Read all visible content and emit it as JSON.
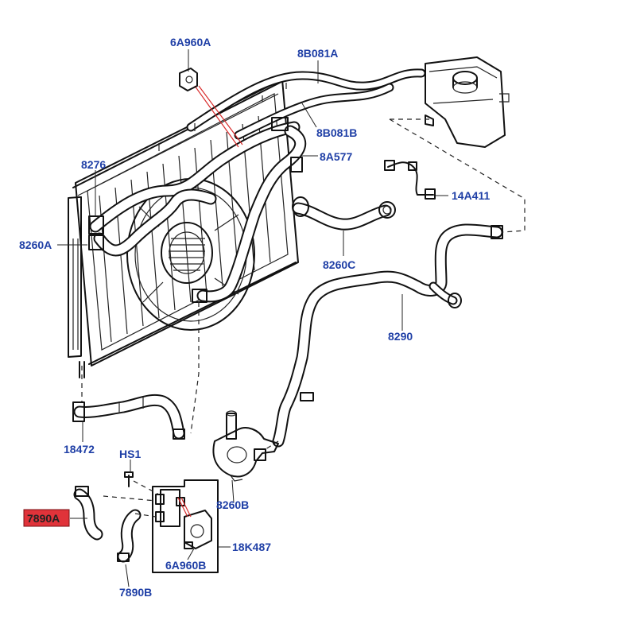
{
  "labels": {
    "p_6A960A": "6A960A",
    "p_8B081A": "8B081A",
    "p_8B081B": "8B081B",
    "p_8A577": "8A577",
    "p_8276": "8276",
    "p_14A411": "14A411",
    "p_8260A": "8260A",
    "p_8260C": "8260C",
    "p_8290": "8290",
    "p_18472": "18472",
    "p_HS1": "HS1",
    "p_8260B": "8260B",
    "p_7890A": "7890A",
    "p_18K487": "18K487",
    "p_6A960B": "6A960B",
    "p_7890B": "7890B"
  },
  "highlight": {
    "part": "7890A",
    "color": "#e0333a"
  },
  "colors": {
    "label": "#1f3fa6",
    "leader_red": "#d82a2a",
    "line": "#111111"
  }
}
